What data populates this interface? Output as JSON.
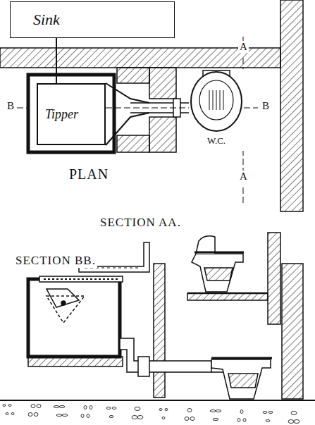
{
  "diagram": {
    "nodes": [
      {
        "text": [
          "Sink"
        ]
      },
      {
        "text": [
          "Tipper"
        ]
      },
      {
        "text": [
          "W.C."
        ]
      }
    ],
    "edges": [
      {
        "from": 0,
        "to": 1,
        "arrow": "none"
      },
      {
        "from": 1,
        "to": 2,
        "arrow": "none"
      }
    ],
    "labels": [
      "PLAN",
      "A",
      "A",
      "B",
      "B",
      "SECTION AA.",
      "SECTION BB."
    ]
  }
}
